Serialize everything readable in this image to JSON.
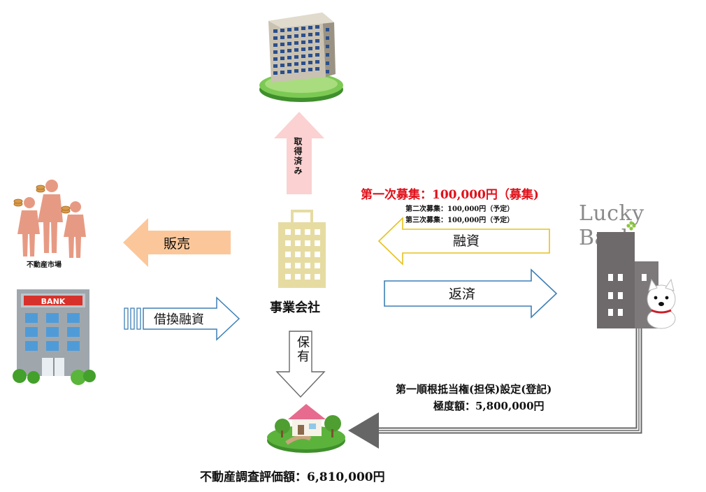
{
  "acquired": {
    "label": "取得済み"
  },
  "sale": {
    "label": "販売"
  },
  "market": {
    "label": "不動産市場"
  },
  "refinance": {
    "label": "借換融資"
  },
  "company": {
    "label": "事業会社"
  },
  "hold": {
    "label": "保有"
  },
  "recruit": {
    "first": "第一次募集：100,000円（募集)",
    "second": "第二次募集：100,000円（予定）",
    "third": "第三次募集：100,000円（予定）"
  },
  "loan": {
    "label": "融資"
  },
  "repay": {
    "label": "返済"
  },
  "lucky_bank": {
    "label": "Lucky Bank"
  },
  "bank_sign": {
    "label": "BANK"
  },
  "mortgage": {
    "line1": "第一順根抵当権(担保)設定(登記)",
    "line2": "極度額：5,800,000円"
  },
  "appraisal": {
    "label": "不動産調査評価額：6,810,000円"
  },
  "colors": {
    "acquired_arrow": "#fbd1d1",
    "sale_arrow": "#fbc79a",
    "loan_arrow_border": "#e6c21e",
    "repay_arrow_border": "#3d7fb5",
    "refinance_arrow_border": "#3d7fb5",
    "first_recruit_text": "#e0101a",
    "company_building": "#e6dca2",
    "lucky_building": "#6e6a6b",
    "grass": "#5cb33c"
  }
}
